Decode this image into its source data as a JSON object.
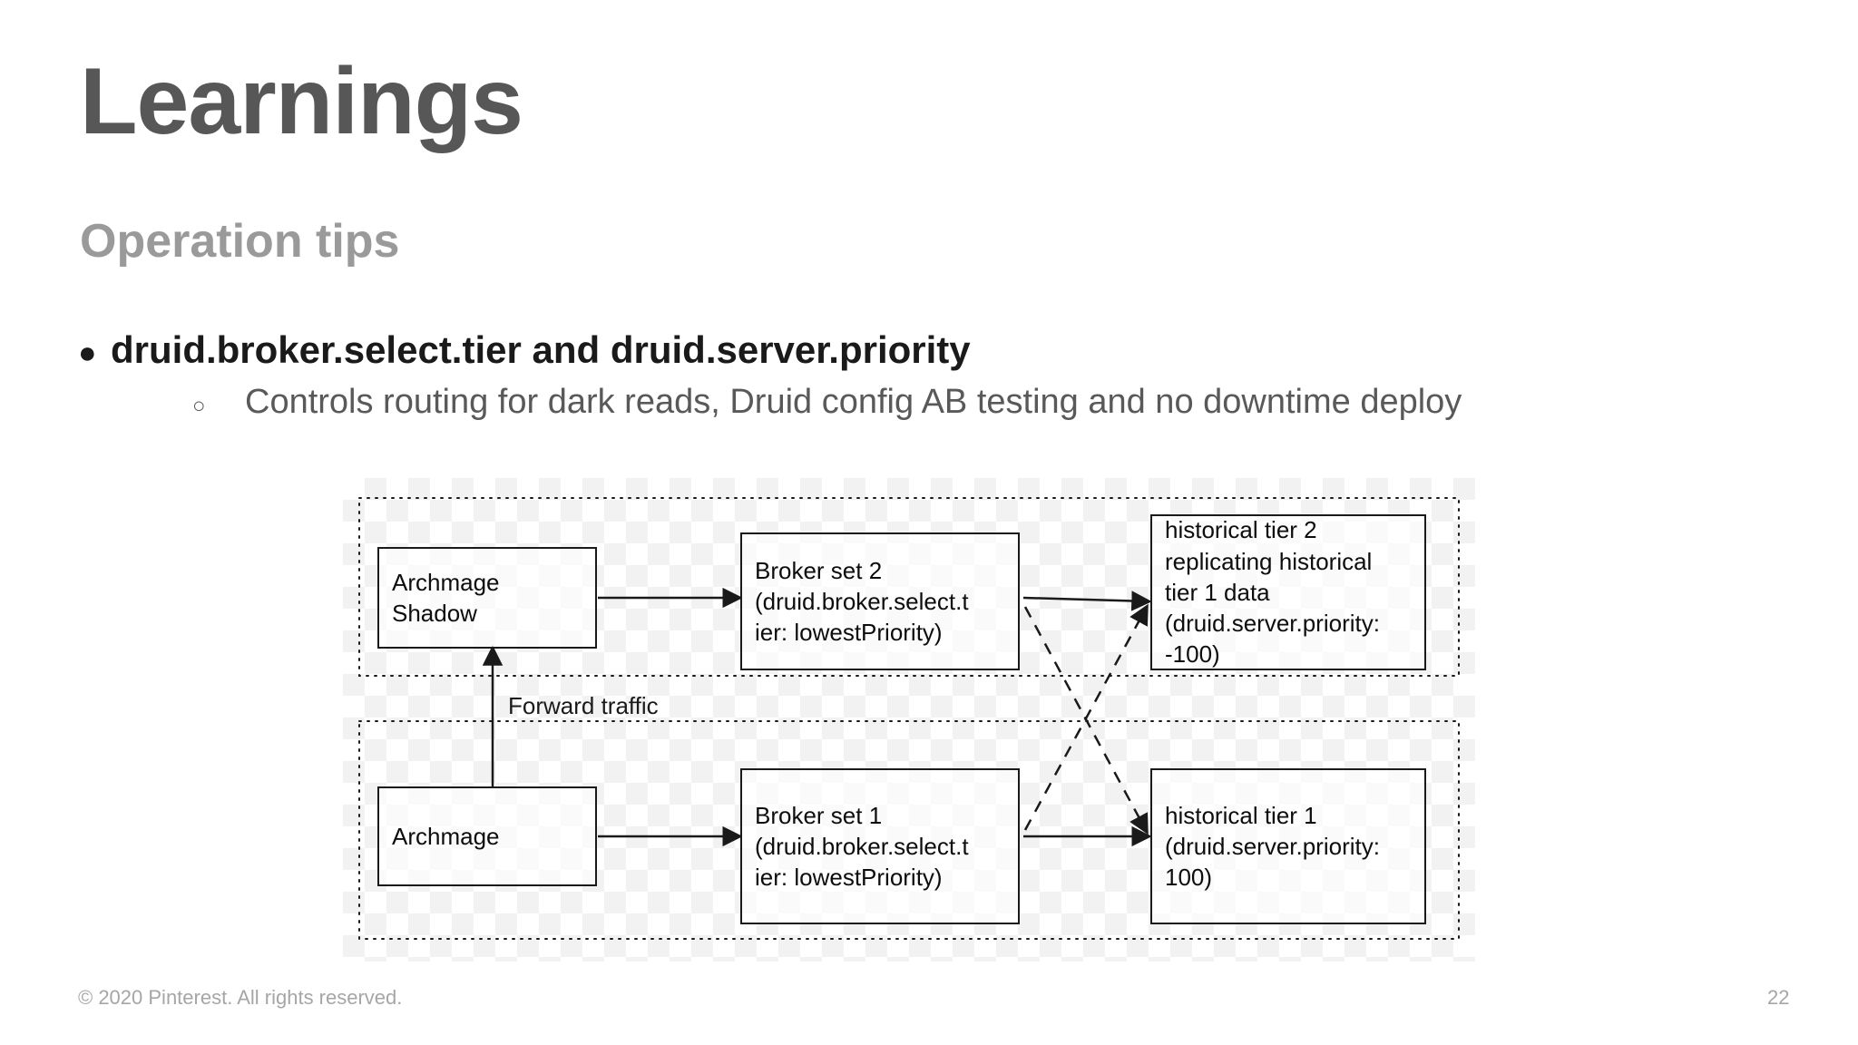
{
  "slide": {
    "title": "Learnings",
    "subtitle": "Operation tips",
    "bullets": {
      "level1_marker": "●",
      "level1_text": "druid.broker.select.tier and druid.server.priority",
      "level2_marker": "○",
      "level2_text": "Controls routing for dark reads, Druid config AB testing and no downtime deploy"
    },
    "footer": {
      "copyright": "© 2020 Pinterest. All rights reserved.",
      "page_number": "22"
    }
  },
  "diagram": {
    "nodes": {
      "archmage_shadow": {
        "line1": "Archmage",
        "line2": "Shadow"
      },
      "archmage": {
        "line1": "Archmage"
      },
      "broker_set_2": {
        "line1": "Broker set 2",
        "line2": "(druid.broker.select.t",
        "line3": "ier: lowestPriority)"
      },
      "broker_set_1": {
        "line1": "Broker set 1",
        "line2": "(druid.broker.select.t",
        "line3": "ier: lowestPriority)"
      },
      "historical_tier_2": {
        "line1": "historical tier 2",
        "line2": "replicating historical",
        "line3": "tier 1 data",
        "line4": "(druid.server.priority:",
        "line5": "-100)"
      },
      "historical_tier_1": {
        "line1": "historical tier 1",
        "line2": "(druid.server.priority:",
        "line3": "100)"
      }
    },
    "edges": {
      "forward_traffic_label": "Forward traffic"
    },
    "colors": {
      "node_border": "#1a1a1a",
      "edge_solid": "#1a1a1a",
      "edge_dashed": "#1a1a1a",
      "group_border": "#1a1a1a"
    }
  }
}
